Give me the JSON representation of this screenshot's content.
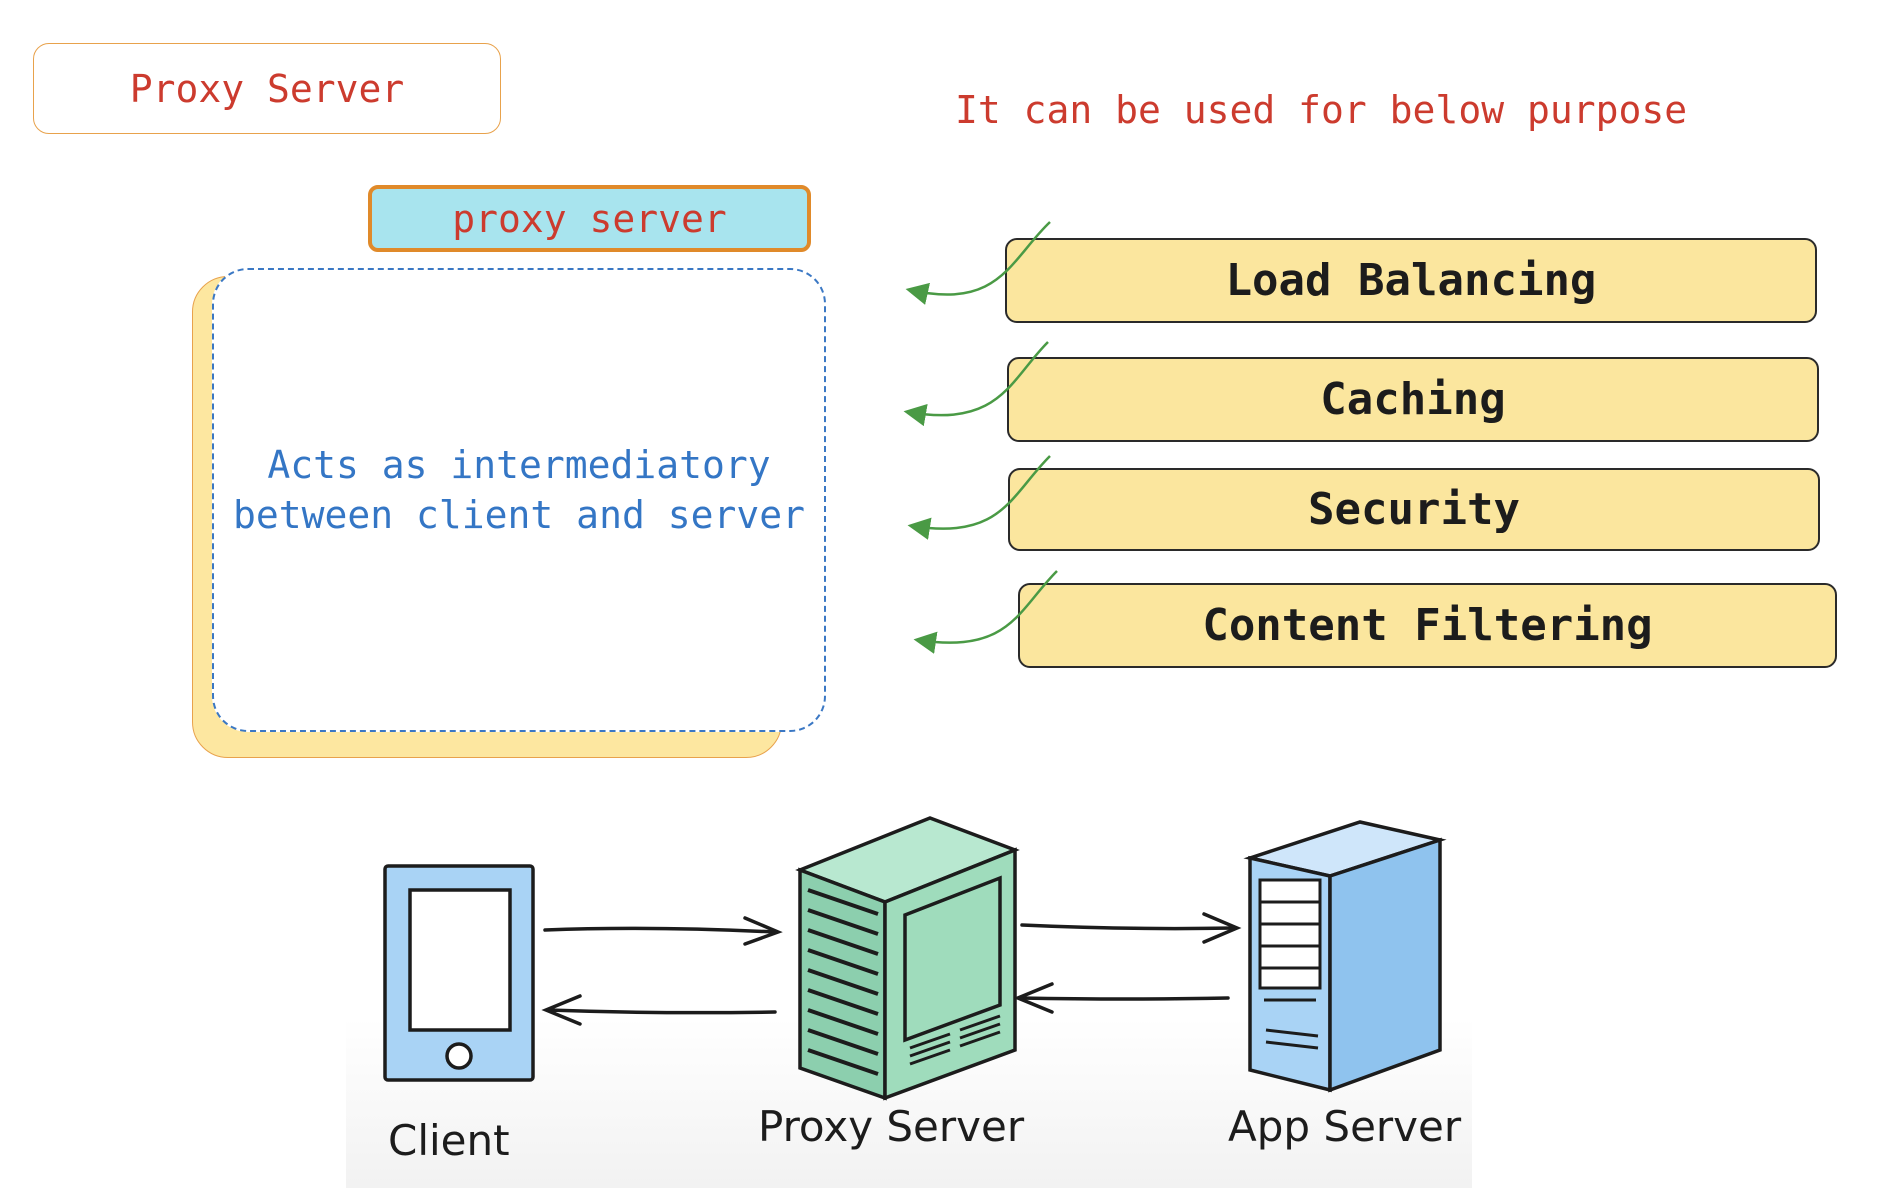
{
  "title": "Proxy Server",
  "purpose_heading": "It can be used for below purpose",
  "proxy_tab": "proxy server",
  "description": "Acts as intermediatory between client and server",
  "purposes": [
    "Load Balancing",
    "Caching",
    "Security",
    "Content Filtering"
  ],
  "diagram": {
    "client_label": "Client",
    "proxy_label": "Proxy Server",
    "app_label": "App Server"
  },
  "colors": {
    "accent_red": "#cc3b2e",
    "orange_border": "#e8a24c",
    "tab_fill": "#a8e4ee",
    "purpose_fill": "#fbe69e",
    "text_blue": "#3476c5",
    "arrow_green": "#4a9a45",
    "client_fill": "#a9d3f5",
    "proxy_fill": "#9fdcbc",
    "app_fill": "#a9d3f5"
  },
  "icons": [
    "tablet-icon",
    "proxy-server-icon",
    "app-server-icon"
  ]
}
